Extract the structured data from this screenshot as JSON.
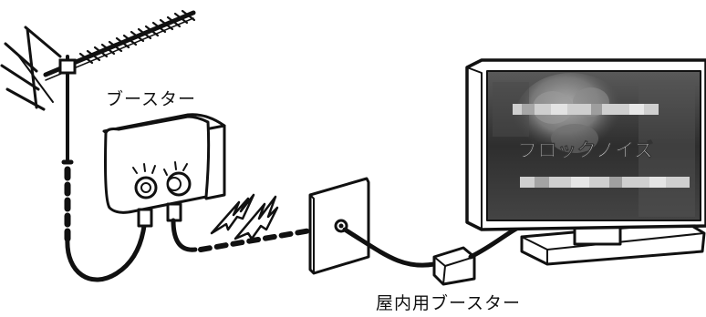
{
  "labels": {
    "booster": "ブースター",
    "indoor_booster": "屋内用ブースター",
    "screen_noise": "ブロックノイズ"
  },
  "colors": {
    "line": "#111111",
    "screen_dark": "#3a3a3a",
    "screen_text": "#ffffff",
    "noise_bar": "#c8c8c8"
  },
  "icons": [
    "antenna-icon",
    "booster-box-icon",
    "lightning-bolt-icon",
    "wall-outlet-icon",
    "tv-icon",
    "indoor-booster-icon"
  ]
}
